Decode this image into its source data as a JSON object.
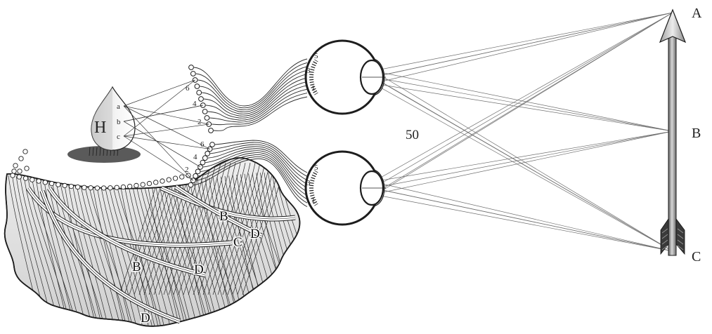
{
  "arrow_labels": {
    "top": "A",
    "middle": "B",
    "bottom": "C"
  },
  "center_label": "50",
  "head": {
    "label": "H",
    "points": [
      "a",
      "b",
      "c"
    ]
  },
  "upper_eye": {
    "retina_labels": [
      "5",
      "3",
      "1"
    ]
  },
  "lower_eye": {
    "retina_labels": [
      "5",
      "3",
      "1"
    ]
  },
  "upper_terminals": [
    "6",
    "4",
    "2"
  ],
  "lower_terminals": [
    "6",
    "4",
    "2"
  ],
  "brain_labels": {
    "b_upper": "B",
    "b_lower": "B",
    "c": "C",
    "d_upper": "D",
    "d_mid": "D",
    "d_lower": "D"
  },
  "colors": {
    "ink": "#1d1d1d",
    "ray": "#6f6f6f",
    "shadow": "#5a5a5a",
    "arrow_shaft": "#9a9a9a",
    "fletching": "#3a3a3a"
  }
}
